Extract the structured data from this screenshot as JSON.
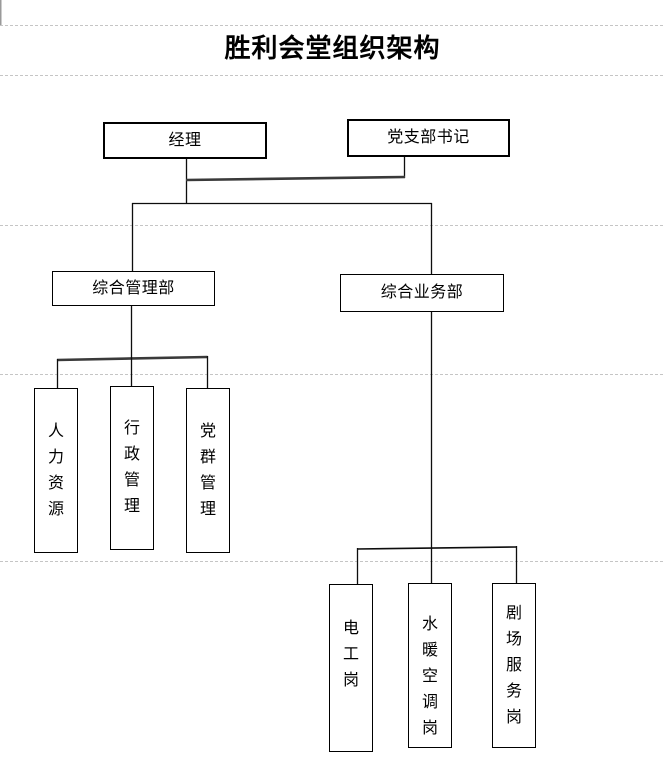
{
  "title": "胜利会堂组织架构",
  "nodes": {
    "manager": "经理",
    "party_branch_secretary": "党支部书记",
    "general_management_dept": "综合管理部",
    "general_business_dept": "综合业务部",
    "human_resources": "人力资源",
    "administrative_management": "行政管理",
    "party_masses_management": "党群管理",
    "electrician_post": "电工岗",
    "plumbing_hvac_post": "水暖空调岗",
    "theater_service_post": "剧场服务岗"
  },
  "hierarchy": [
    {
      "parents": [
        "经理",
        "党支部书记"
      ],
      "children": [
        "综合管理部",
        "综合业务部"
      ]
    },
    {
      "parents": [
        "综合管理部"
      ],
      "children": [
        "人力资源",
        "行政管理",
        "党群管理"
      ]
    },
    {
      "parents": [
        "综合业务部"
      ],
      "children": [
        "电工岗",
        "水暖空调岗",
        "剧场服务岗"
      ]
    }
  ],
  "colors": {
    "background": "#ffffff",
    "text": "#000000",
    "box_border": "#000000",
    "connector_line": "#0d0d0d",
    "thick_connector": "#3a3a3a",
    "page_grid_dash": "#c5c5c5"
  }
}
